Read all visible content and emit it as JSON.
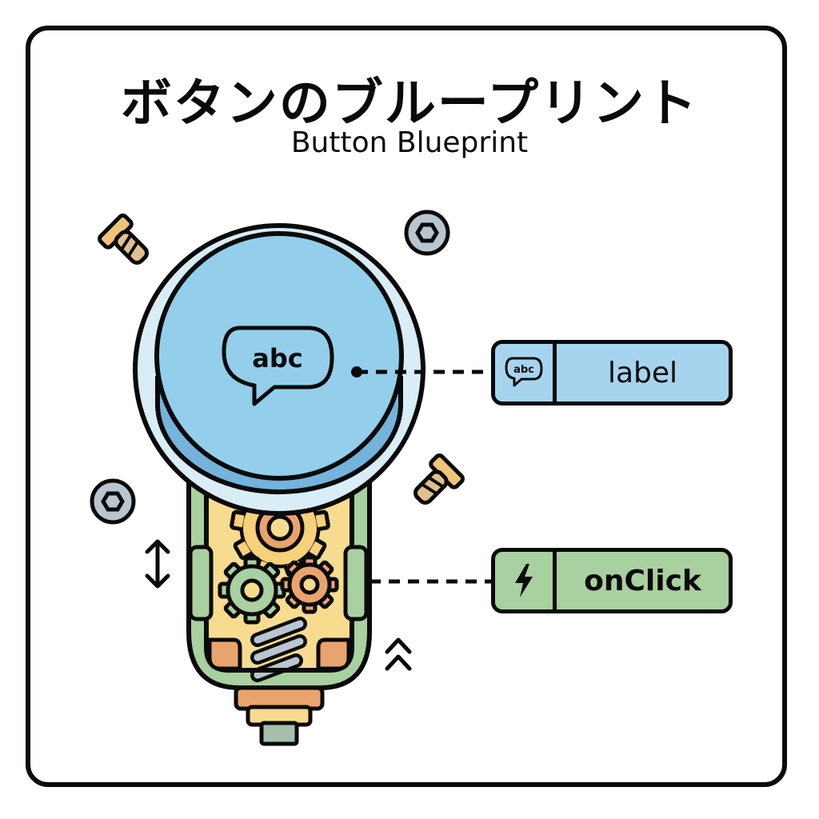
{
  "header": {
    "title_jp": "ボタンのブループリント",
    "title_en": "Button Blueprint"
  },
  "diagram": {
    "button_cap_text": "abc",
    "icons": [
      "screw-icon",
      "hex-nut-icon",
      "speech-bubble-icon",
      "gear-icon",
      "spring-icon",
      "vertical-arrows-icon",
      "double-chevron-up-icon",
      "lightning-bolt-icon"
    ]
  },
  "callouts": [
    {
      "label": "label",
      "icon": "speech-bubble-icon",
      "icon_text": "abc",
      "color": "#a6d4ef"
    },
    {
      "label": "onClick",
      "icon": "lightning-bolt-icon",
      "color": "#a9d0a0"
    }
  ],
  "colors": {
    "outline": "#0a0a0a",
    "cap_blue": "#93cfeb",
    "cap_side_blue": "#74b3dc",
    "rim_light_blue": "#d9edf6",
    "housing_green": "#a9d0a0",
    "inner_yellow": "#f7dc90",
    "orange": "#e9a46e",
    "gray_metal": "#b9c6cf",
    "screw_tan": "#f2c37a"
  }
}
